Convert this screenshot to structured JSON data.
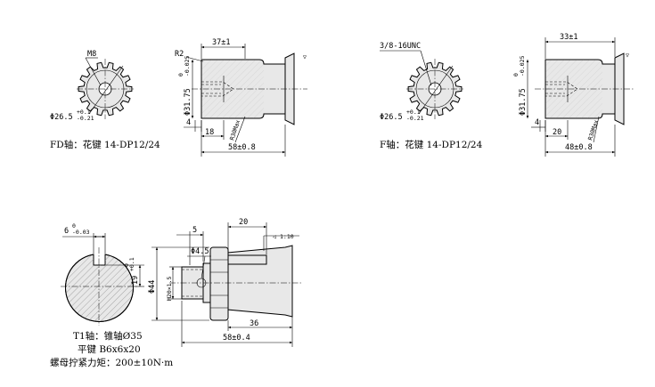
{
  "drawings": {
    "fd": {
      "thread": "M8",
      "dia_outer": "Φ26.5",
      "dia_outer_tol_upper": "+0.1",
      "dia_outer_tol_lower": "-0.21",
      "length_top": "37±1",
      "radius": "R2",
      "dia_shaft": "Φ31.75",
      "dia_shaft_tol_upper": "0",
      "dia_shaft_tol_lower": "-0.025",
      "dim_4": "4",
      "dim_18": "18",
      "r_max": "R30Max",
      "length_total": "58±0.8",
      "caption": "FD轴：花键 14-DP12/24",
      "surface_mark": "▽"
    },
    "f": {
      "thread": "3/8-16UNC",
      "dia_outer": "Φ26.5",
      "dia_outer_tol_upper": "+0.1",
      "dia_outer_tol_lower": "-0.21",
      "length_top": "33±1",
      "dia_shaft": "Φ31.75",
      "dia_shaft_tol_upper": "0",
      "dia_shaft_tol_lower": "-0.025",
      "dim_4": "4",
      "dim_20": "20",
      "r_max": "R30Max",
      "length_total": "48±0.8",
      "caption": "F轴：花键 14-DP12/24",
      "surface_mark": "▽"
    },
    "t1": {
      "key_width": "6",
      "key_width_tol_upper": "0",
      "key_width_tol_lower": "-0.03",
      "key_depth": "19",
      "key_depth_tol_upper": "+0.1",
      "key_depth_tol_lower": "0",
      "dim_5": "5",
      "dim_20": "20",
      "taper": "1:10",
      "dia_45": "Φ4.5",
      "dia_44": "Φ44",
      "thread": "M20×1.5",
      "dim_36": "36",
      "length_total": "58±0.4",
      "caption_1": "T1轴：锥轴Ø35",
      "caption_2": "平键 B6x6x20",
      "caption_3": "螺母拧紧力矩：200±10N·m"
    }
  }
}
